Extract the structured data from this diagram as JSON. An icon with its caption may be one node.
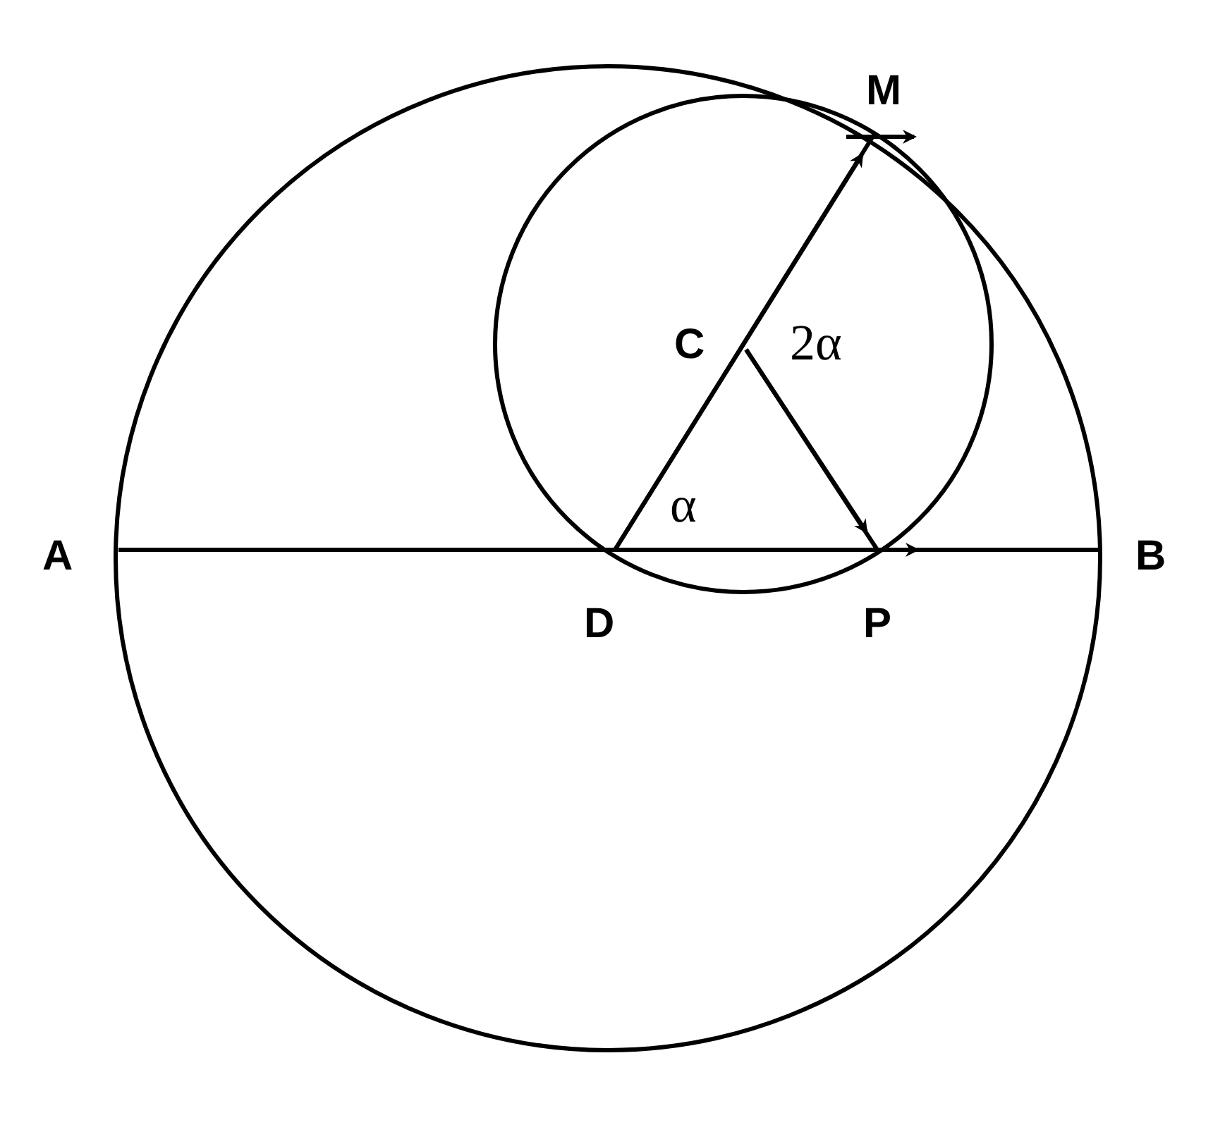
{
  "diagram": {
    "labels": [
      "M",
      "C",
      "2α",
      "A",
      "α",
      "B",
      "D",
      "P"
    ]
  }
}
